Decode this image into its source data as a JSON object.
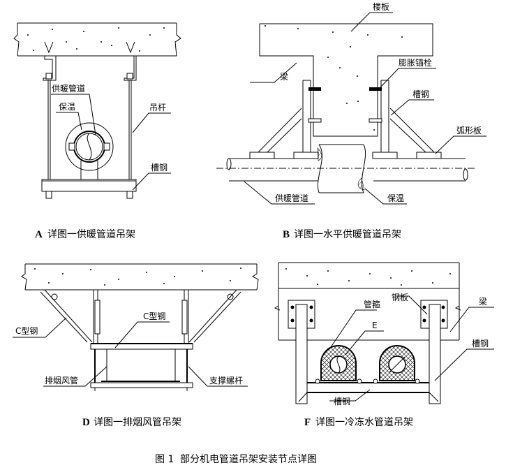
{
  "figure": {
    "caption_number": "图 1",
    "caption_text": "部分机电管道吊架安装节点详图"
  },
  "panels": {
    "A": {
      "letter": "A",
      "title": "详图一供暖管道吊架",
      "labels": {
        "pipe": "供暖管道",
        "insulation": "保温",
        "rod": "吊杆",
        "channel": "槽钢"
      }
    },
    "B": {
      "letter": "B",
      "title": "详图一水平供暖管道吊架",
      "labels": {
        "slab": "楼板",
        "beam": "梁",
        "anchor": "膨胀锚栓",
        "channel": "槽钢",
        "arc_plate": "弧形板",
        "pipe": "供暖管道",
        "insulation": "保温"
      }
    },
    "D": {
      "letter": "D",
      "title": "详图一排烟风管吊架",
      "labels": {
        "c_steel_left": "C型钢",
        "c_steel_center": "C型钢",
        "duct": "排烟风管",
        "rod": "支撑螺杆"
      }
    },
    "F": {
      "letter": "F",
      "title": "详图一冷冻水管道吊架",
      "labels": {
        "plate": "钢板",
        "beam": "梁",
        "clamp": "管箍",
        "e": "E",
        "channel_right": "槽钢",
        "channel_bottom": "槽钢"
      }
    }
  }
}
